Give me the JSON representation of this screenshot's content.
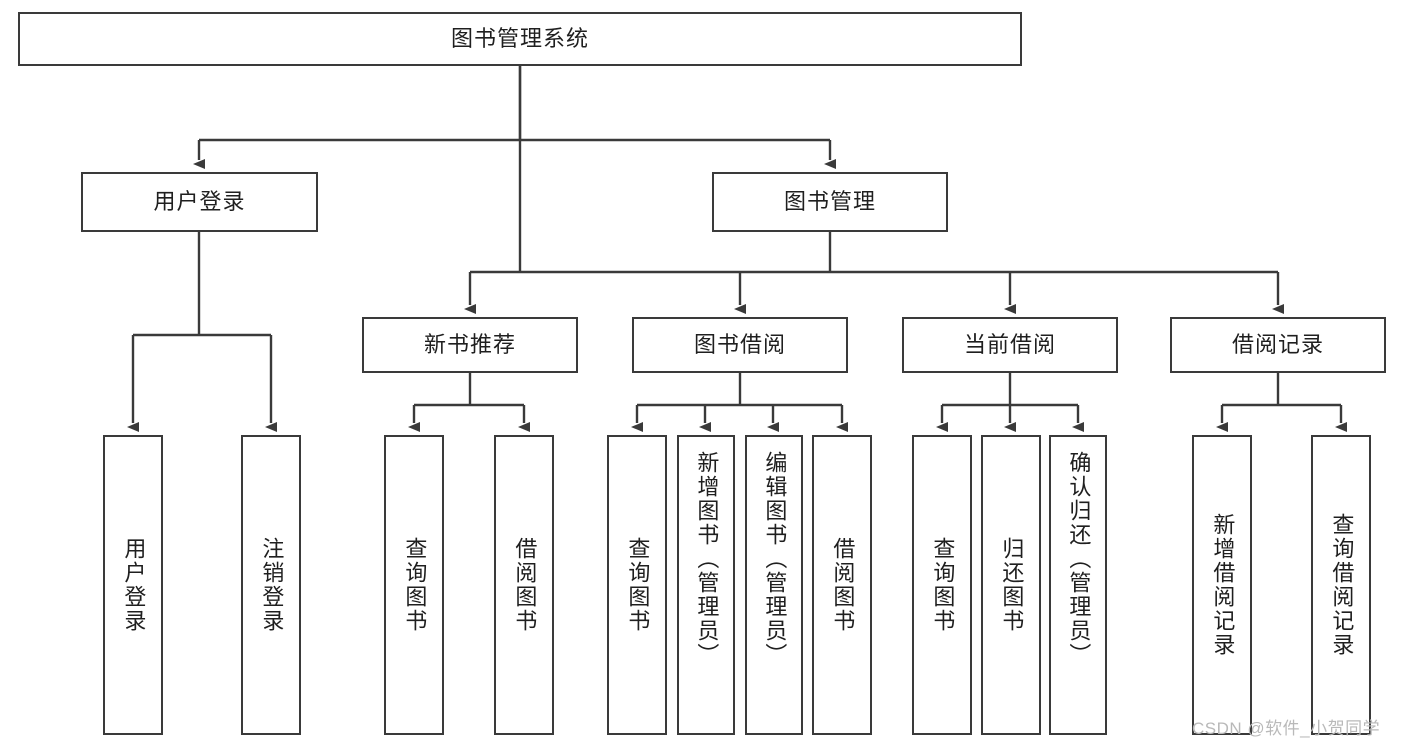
{
  "diagram": {
    "type": "tree",
    "title": "图书管理系统",
    "root": {
      "label": "图书管理系统"
    },
    "level2": [
      {
        "label": "用户登录"
      },
      {
        "label": "图书管理"
      }
    ],
    "level3": [
      {
        "label": "新书推荐"
      },
      {
        "label": "图书借阅"
      },
      {
        "label": "当前借阅"
      },
      {
        "label": "借阅记录"
      }
    ],
    "leaves": {
      "user_login": [
        {
          "label": "用户登录"
        },
        {
          "label": "注销登录"
        }
      ],
      "new_book": [
        {
          "label": "查询图书"
        },
        {
          "label": "借阅图书"
        }
      ],
      "book_borrow": [
        {
          "label": "查询图书"
        },
        {
          "label": "新增图书（管理员）"
        },
        {
          "label": "编辑图书（管理员）"
        },
        {
          "label": "借阅图书"
        }
      ],
      "current_borrow": [
        {
          "label": "查询图书"
        },
        {
          "label": "归还图书"
        },
        {
          "label": "确认归还（管理员）"
        }
      ],
      "borrow_record": [
        {
          "label": "新增借阅记录"
        },
        {
          "label": "查询借阅记录"
        }
      ]
    }
  },
  "watermark": {
    "text": "CSDN @软件_小贺同学"
  },
  "colors": {
    "stroke": "#3a3a3a",
    "fill": "#ffffff",
    "text": "#1f1f1f",
    "watermark": "#b9b9b9"
  }
}
